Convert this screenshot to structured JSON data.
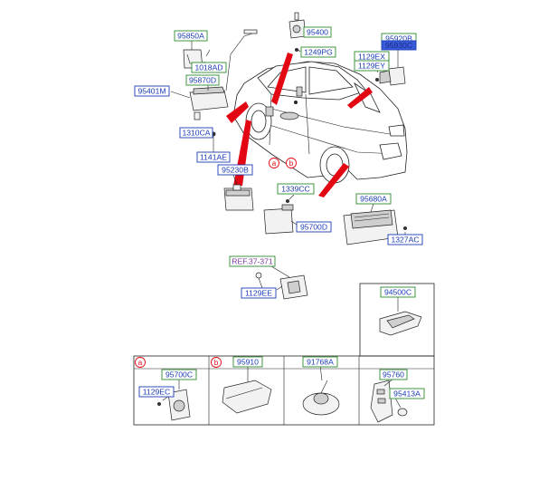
{
  "colors": {
    "box_green": "#2e8b2e",
    "box_blue": "#1a3cb4",
    "box_purple": "#7a3aa0",
    "selected_fill": "#3a5bd8",
    "accent_red": "#e30613",
    "line": "#222222"
  },
  "labels": {
    "p95850A": "95850A",
    "p1018AD": "1018AD",
    "p95870D": "95870D",
    "p95401M": "95401M",
    "p1310CA": "1310CA",
    "p1141AE": "1141AE",
    "p95230B": "95230B",
    "p95400": "95400",
    "p1249PG": "1249PG",
    "p95920B": "95920B",
    "p95930C": "95930C",
    "p1129EX": "1129EX",
    "p1129EY": "1129EY",
    "p1339CC": "1339CC",
    "p95700D": "95700D",
    "p95680A": "95680A",
    "p1327AC": "1327AC",
    "ref": "REF.37-371",
    "p1129EE": "1129EE",
    "p94500C": "94500C",
    "p95700C": "95700C",
    "p1129EC": "1129EC",
    "p95910": "95910",
    "p91768A": "91768A",
    "p95760": "95760",
    "p95413A": "95413A"
  },
  "markers": {
    "a": "a",
    "b": "b"
  },
  "icons": [
    "car-illustration",
    "control-module-parts",
    "key-fob-icon",
    "airbag-module-icon",
    "grommet-icon",
    "handle-trim-icon",
    "sensor-icon"
  ]
}
